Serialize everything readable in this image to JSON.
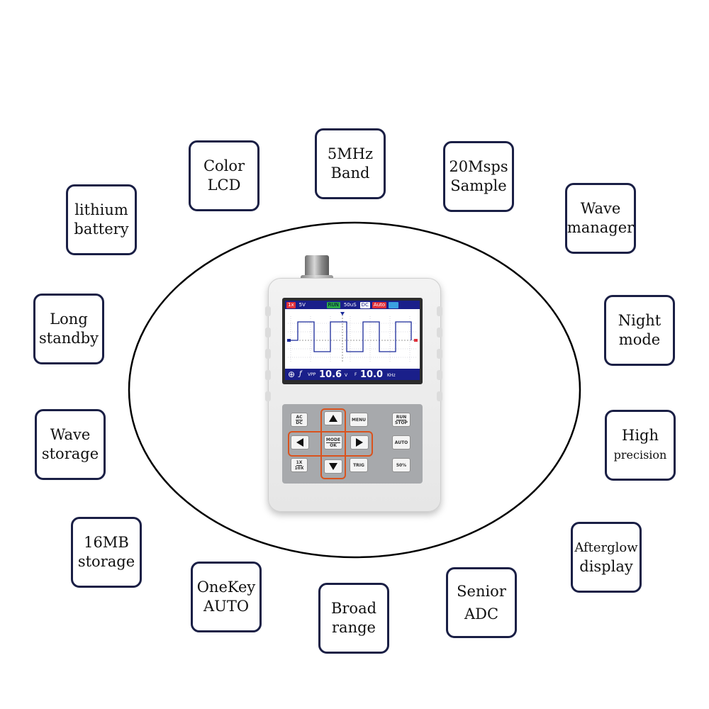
{
  "features": [
    {
      "id": "color-lcd",
      "lines": [
        "Color",
        "LCD"
      ]
    },
    {
      "id": "5mhz-band",
      "lines": [
        "5MHz",
        "Band"
      ]
    },
    {
      "id": "20msps-sample",
      "lines": [
        "20Msps",
        "Sample"
      ]
    },
    {
      "id": "lithium-battery",
      "lines": [
        "lithium",
        "battery"
      ]
    },
    {
      "id": "wave-manager",
      "lines": [
        "Wave",
        "manager"
      ]
    },
    {
      "id": "long-standby",
      "lines": [
        "Long",
        "standby"
      ]
    },
    {
      "id": "night-mode",
      "lines": [
        "Night",
        "mode"
      ]
    },
    {
      "id": "wave-storage",
      "lines": [
        "Wave",
        "storage"
      ]
    },
    {
      "id": "high-precision",
      "lines": [
        "High",
        "precision"
      ]
    },
    {
      "id": "16mb-storage",
      "lines": [
        "16MB",
        "storage"
      ]
    },
    {
      "id": "afterglow-display",
      "lines": [
        "Afterglow",
        "display"
      ]
    },
    {
      "id": "onekey-auto",
      "lines": [
        "OneKey",
        "AUTO"
      ]
    },
    {
      "id": "broad-range",
      "lines": [
        "Broad",
        "range"
      ]
    },
    {
      "id": "senior-adc",
      "lines": [
        "Senior",
        "ADC"
      ]
    }
  ],
  "screen": {
    "channel": "1x",
    "volts_div": "5V",
    "run_state": "RUN",
    "time_div": "50uS",
    "coupling": "DC",
    "trigger_mode": "Auto",
    "vpp_label": "VPP",
    "vpp_value": "10.6",
    "vpp_unit": "V",
    "freq_label": "F",
    "freq_value": "10.0",
    "freq_unit": "KHz"
  },
  "keys": {
    "acdc_top": "AC",
    "acdc_bottom": "DC",
    "menu": "MENU",
    "run": "RUN",
    "stop": "STOP",
    "mode": "MODE",
    "ok": "OK",
    "auto": "AUTO",
    "x1": "1X",
    "x10": "10X",
    "trig": "TRIG",
    "pct50": "50%"
  },
  "colors": {
    "box_border": "#1a1f45",
    "screen_bar": "#1a1f8a",
    "waveform": "#1a2a9a",
    "run_badge": "#2aa84a",
    "auto_badge": "#e0303a",
    "cross_outline": "#d9531e"
  }
}
